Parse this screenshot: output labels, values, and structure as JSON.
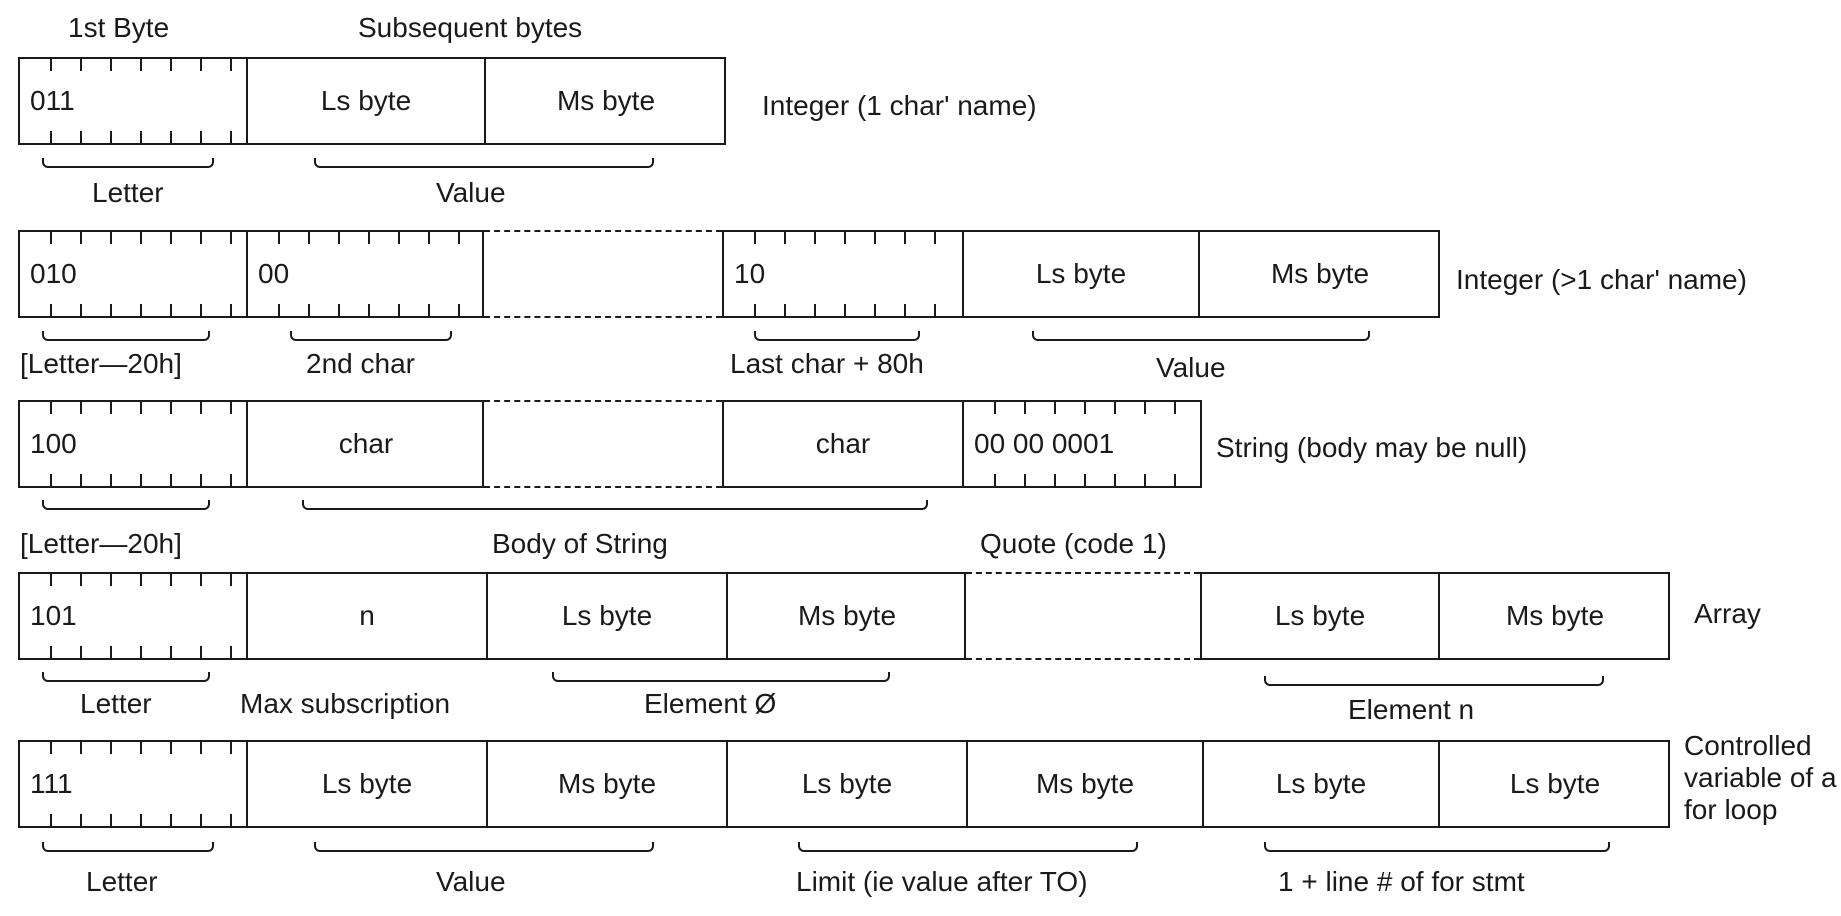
{
  "headers": {
    "first_byte": "1st Byte",
    "subsequent_bytes": "Subsequent bytes"
  },
  "rows": [
    {
      "kind": "Integer (1 char' name)",
      "cells": [
        "011",
        "Ls byte",
        "Ms byte"
      ],
      "labels": [
        "Letter",
        "Value"
      ]
    },
    {
      "kind": "Integer (>1 char' name)",
      "cells": [
        "010",
        "00",
        "10",
        "Ls byte",
        "Ms byte"
      ],
      "labels": [
        "[Letter—20h]",
        "2nd char",
        "Last char + 80h",
        "Value"
      ]
    },
    {
      "kind": "String (body may be null)",
      "cells": [
        "100",
        "char",
        "char",
        "00 00 0001"
      ],
      "labels": [
        "[Letter—20h]",
        "Body of String",
        "Quote (code 1)"
      ]
    },
    {
      "kind": "Array",
      "cells": [
        "101",
        "n",
        "Ls byte",
        "Ms byte",
        "Ls byte",
        "Ms byte"
      ],
      "labels": [
        "Letter",
        "Max subscription",
        "Element Ø",
        "Element  n"
      ]
    },
    {
      "kind": "Controlled variable of a for loop",
      "cells": [
        "111",
        "Ls byte",
        "Ms byte",
        "Ls byte",
        "Ms byte",
        "Ls byte",
        "Ls byte"
      ],
      "labels": [
        "Letter",
        "Value",
        "Limit (ie value after TO)",
        "1 + line # of for stmt"
      ]
    }
  ]
}
